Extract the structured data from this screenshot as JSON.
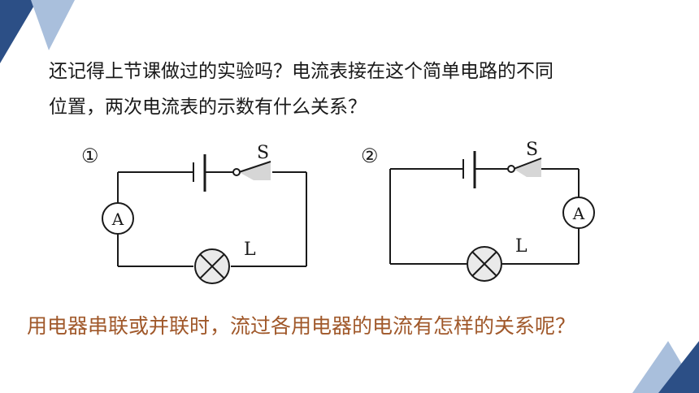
{
  "question": {
    "line1": "还记得上节课做过的实验吗？电流表接在这个简单电路的不同",
    "line2": "位置，两次电流表的示数有什么关系？"
  },
  "circuit1": {
    "number": "①",
    "switch_label": "S",
    "ammeter_label": "A",
    "lamp_label": "L"
  },
  "circuit2": {
    "number": "②",
    "switch_label": "S",
    "ammeter_label": "A",
    "lamp_label": "L"
  },
  "bottom_question": "用电器串联或并联时，流过各用电器的电流有怎样的关系呢？",
  "colors": {
    "accent_dark": "#2c4f86",
    "accent_light": "#a9bfdc",
    "bottom_text": "#a0582a"
  }
}
